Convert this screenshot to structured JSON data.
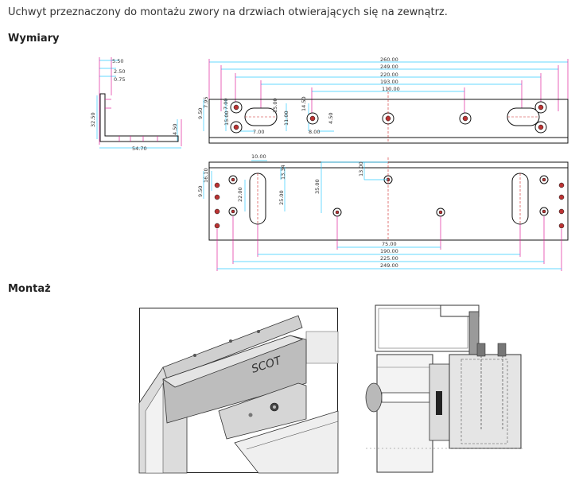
{
  "intro": "Uchwyt przeznaczony do montażu zwory na drzwiach otwierających się na zewnątrz.",
  "headings": {
    "dimensions": "Wymiary",
    "mounting": "Montaż"
  },
  "side_profile": {
    "top_dims": [
      "5.50",
      "2.50",
      "0.75"
    ],
    "height": "32.50",
    "width": "54.70",
    "right": "4.50"
  },
  "top_view": {
    "widths": [
      "260.00",
      "249.00",
      "220.00",
      "193.00",
      "110.00"
    ],
    "left_dims": [
      "9.50",
      "7.95",
      "15.00",
      "7.00"
    ],
    "slot_dims": [
      "7.00",
      "15.00",
      "11.00"
    ],
    "mid_dims": [
      "14.50",
      "4.50",
      "8.00"
    ]
  },
  "bottom_view": {
    "bottom_widths": [
      "75.00",
      "190.00",
      "225.00",
      "249.00"
    ],
    "left_dims": [
      "16.10",
      "9.50",
      "22.00"
    ],
    "slot_dims": [
      "10.00",
      "13.34",
      "25.00"
    ],
    "center_dims": [
      "35.00",
      "13.00"
    ]
  },
  "brand": "SCOT"
}
